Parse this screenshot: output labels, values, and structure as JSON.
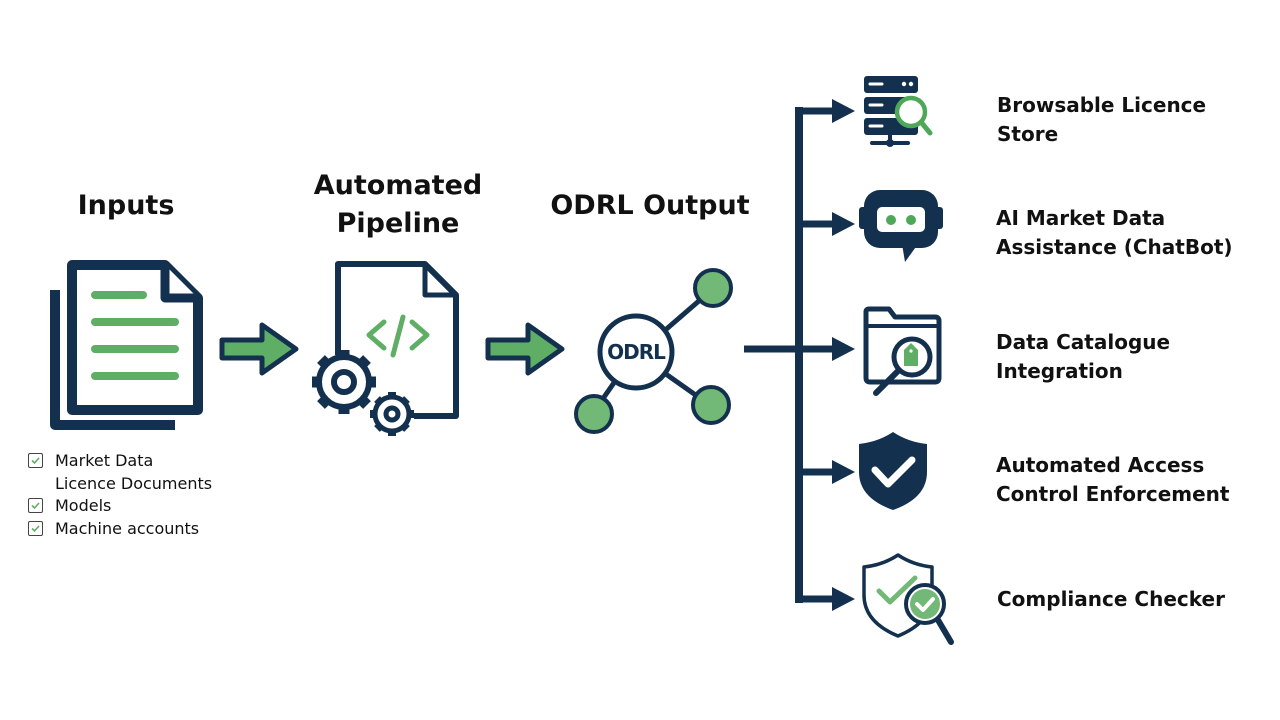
{
  "colors": {
    "navy": "#13314e",
    "green": "#5fae66",
    "green_light": "#72b876",
    "text": "#111111",
    "background": "#ffffff"
  },
  "stages": [
    {
      "id": "inputs",
      "title": "Inputs",
      "icon": "documents-icon"
    },
    {
      "id": "pipeline",
      "title": "Automated\nPipeline",
      "icon": "code-file-gears-icon"
    },
    {
      "id": "odrl",
      "title": "ODRL Output",
      "icon": "odrl-network-icon",
      "node_label": "ODRL"
    }
  ],
  "inputs_checklist": [
    {
      "label": "Market Data\nLicence Documents",
      "checked": true
    },
    {
      "label": "Models",
      "checked": true
    },
    {
      "label": "Machine accounts",
      "checked": true
    }
  ],
  "outputs": [
    {
      "label": "Browsable Licence\nStore",
      "icon": "server-search-icon"
    },
    {
      "label": "AI Market Data\nAssistance (ChatBot)",
      "icon": "chatbot-icon"
    },
    {
      "label": "Data Catalogue\nIntegration",
      "icon": "folder-tag-search-icon"
    },
    {
      "label": "Automated Access\nControl Enforcement",
      "icon": "shield-check-icon"
    },
    {
      "label": "Compliance Checker",
      "icon": "shield-check-magnifier-icon"
    }
  ]
}
